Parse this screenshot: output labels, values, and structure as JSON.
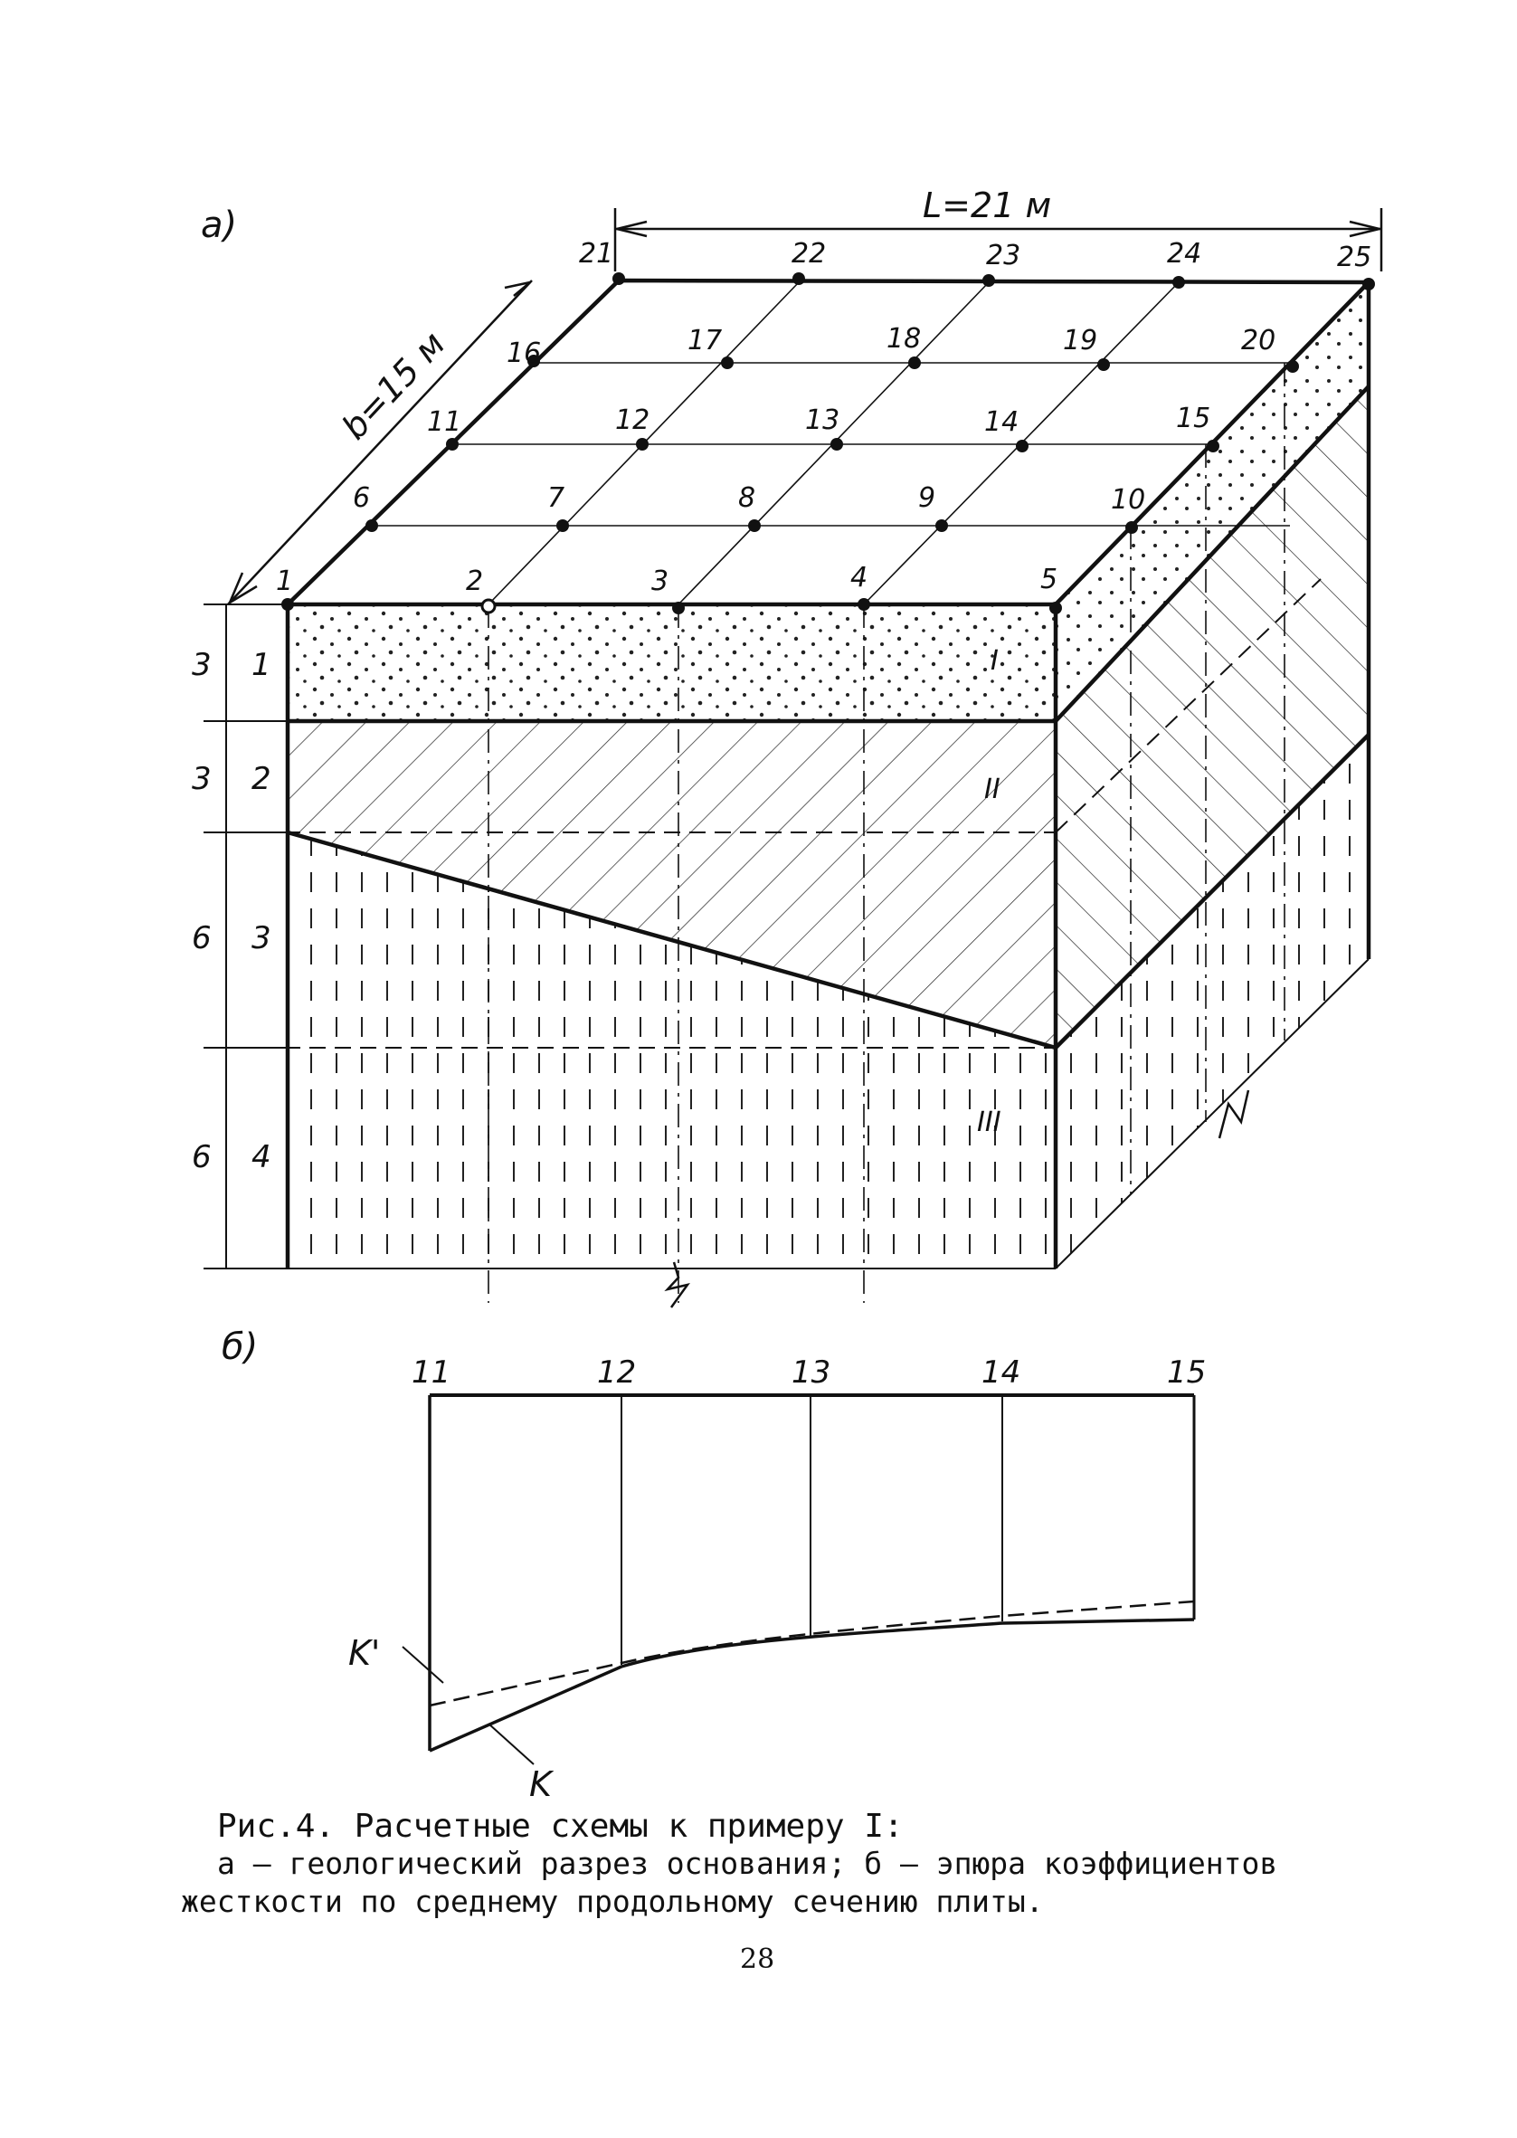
{
  "panel_a": {
    "label": "а)",
    "length_label": "L=21 м",
    "width_label": "b=15 м",
    "nodes": {
      "row_back": [
        "21",
        "22",
        "23",
        "24",
        "25"
      ],
      "row_4": [
        "16",
        "17",
        "18",
        "19",
        "20"
      ],
      "row_3": [
        "11",
        "12",
        "13",
        "14",
        "15"
      ],
      "row_2": [
        "6",
        "7",
        "8",
        "9",
        "10"
      ],
      "row_front": [
        "1",
        "2",
        "3",
        "4",
        "5"
      ]
    },
    "depths": [
      "3",
      "3",
      "6",
      "6"
    ],
    "layer_numbers": [
      "1",
      "2",
      "3",
      "4"
    ],
    "soil_labels": [
      "I",
      "II",
      "III"
    ]
  },
  "panel_b": {
    "label": "б)",
    "nodes": [
      "11",
      "12",
      "13",
      "14",
      "15"
    ],
    "curve_labels": [
      "K'",
      "K"
    ]
  },
  "caption": {
    "line1": "Рис.4. Расчетные схемы к примеру I:",
    "line2": "а – геологический разрез основания; б – эпюра коэффициентов",
    "line3": "жесткости по среднему продольному сечению плиты."
  },
  "page_number": "28"
}
